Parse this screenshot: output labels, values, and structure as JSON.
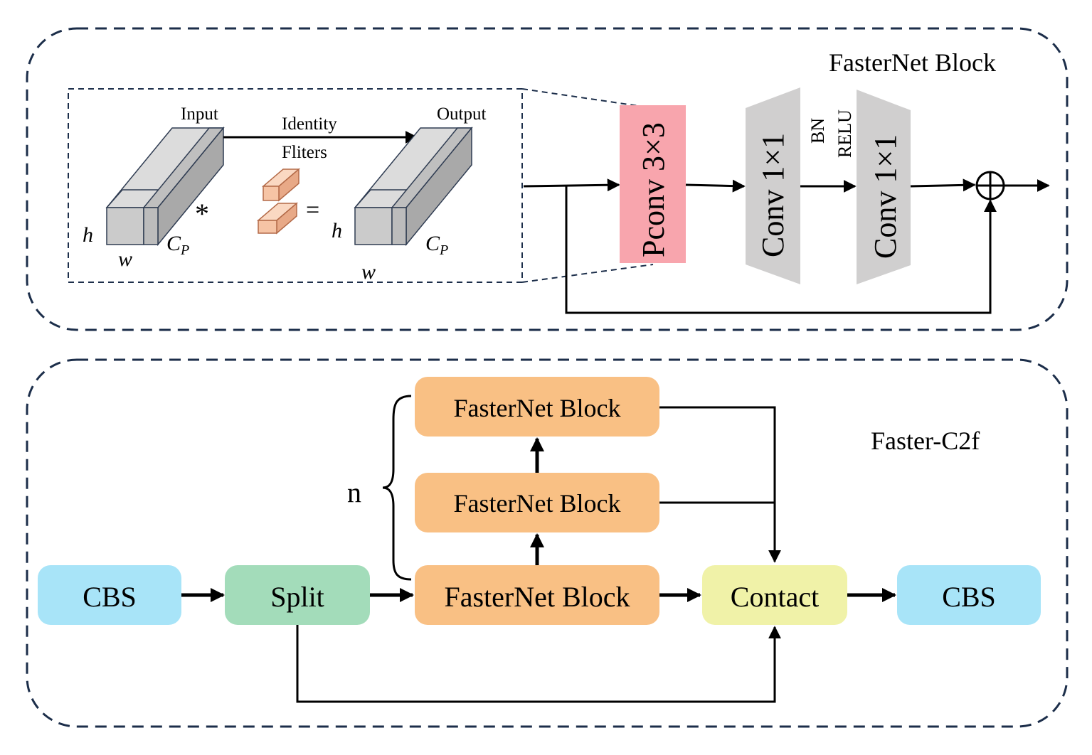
{
  "top_panel": {
    "title": "FasterNet Block",
    "pconv": {
      "input_label": "Input",
      "output_label": "Output",
      "identity_label": "Identity",
      "filters_label": "Fliters",
      "star_symbol": "*",
      "equals_symbol": "=",
      "h_label": "h",
      "w_label": "w",
      "cp_label": "C",
      "cp_subscript": "P"
    },
    "pconv_block_label": "Pconv 3×3",
    "conv1_label": "Conv 1×1",
    "conv2_label": "Conv 1×1",
    "bn_label": "BN",
    "relu_label": "RELU",
    "add_symbol": "⊕"
  },
  "bottom_panel": {
    "title": "Faster-C2f",
    "cbs_in": "CBS",
    "split": "Split",
    "block1": "FasterNet Block",
    "block2": "FasterNet Block",
    "block3": "FasterNet Block",
    "contact": "Contact",
    "cbs_out": "CBS",
    "n_label": "n"
  },
  "colors": {
    "panel_border": "#1c2e4a",
    "pconv_fill": "#f8a5ad",
    "conv_fill": "#d0cfcf",
    "cbs_fill": "#a8e4f8",
    "split_fill": "#a3dcba",
    "block_fill": "#f9c084",
    "contact_fill": "#f0f2a8",
    "cube_fill": "#cbcbcb",
    "filter_fill": "#f6c4a5"
  }
}
